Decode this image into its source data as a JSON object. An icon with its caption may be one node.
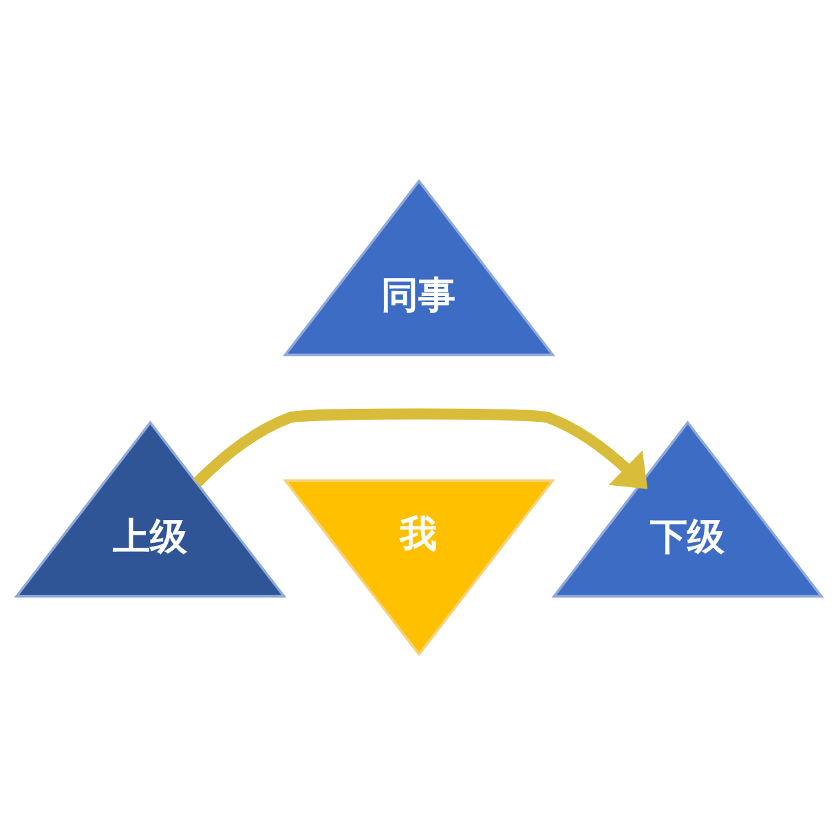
{
  "diagram": {
    "nodes": [
      {
        "text": [
          "同事"
        ]
      },
      {
        "text": [
          "我"
        ]
      },
      {
        "text": [
          "上级"
        ]
      },
      {
        "text": [
          "下级"
        ]
      }
    ],
    "edges": [
      {
        "from": 2,
        "to": 3,
        "arrow": "to",
        "color": "#d9bd3a"
      }
    ]
  }
}
